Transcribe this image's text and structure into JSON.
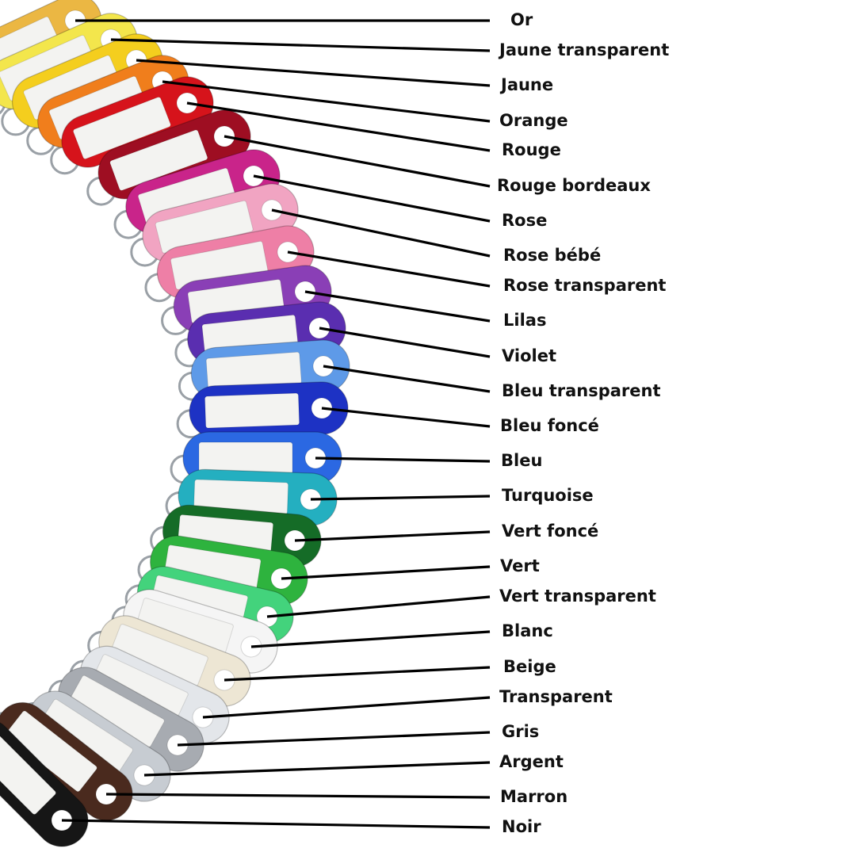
{
  "keytags": [
    {
      "label": "Or",
      "color": "#EBB743"
    },
    {
      "label": "Jaune transparent",
      "color": "#F3E64C"
    },
    {
      "label": "Jaune",
      "color": "#F4CE1E"
    },
    {
      "label": "Orange",
      "color": "#F07E1C"
    },
    {
      "label": "Rouge",
      "color": "#D6131B"
    },
    {
      "label": "Rouge bordeaux",
      "color": "#9E0E22"
    },
    {
      "label": "Rose",
      "color": "#C9248A"
    },
    {
      "label": "Rose bébé",
      "color": "#F1A4C2"
    },
    {
      "label": "Rose transparent",
      "color": "#EE7FA6"
    },
    {
      "label": "Lilas",
      "color": "#8A3FB6"
    },
    {
      "label": "Violet",
      "color": "#5A2EB0"
    },
    {
      "label": "Bleu transparent",
      "color": "#5E9AE8"
    },
    {
      "label": "Bleu foncé",
      "color": "#1D32C4"
    },
    {
      "label": "Bleu",
      "color": "#2B68E2"
    },
    {
      "label": "Turquoise",
      "color": "#24AFC0"
    },
    {
      "label": "Vert foncé",
      "color": "#156C27"
    },
    {
      "label": "Vert",
      "color": "#2EB33E"
    },
    {
      "label": "Vert transparent",
      "color": "#43D37C"
    },
    {
      "label": "Blanc",
      "color": "#F5F5F5"
    },
    {
      "label": "Beige",
      "color": "#EDE6D4"
    },
    {
      "label": "Transparent",
      "color": "#E3E6EA"
    },
    {
      "label": "Gris",
      "color": "#A7ABB1"
    },
    {
      "label": "Argent",
      "color": "#C7CCD2"
    },
    {
      "label": "Marron",
      "color": "#4A2A1E"
    },
    {
      "label": "Noir",
      "color": "#161616"
    }
  ]
}
